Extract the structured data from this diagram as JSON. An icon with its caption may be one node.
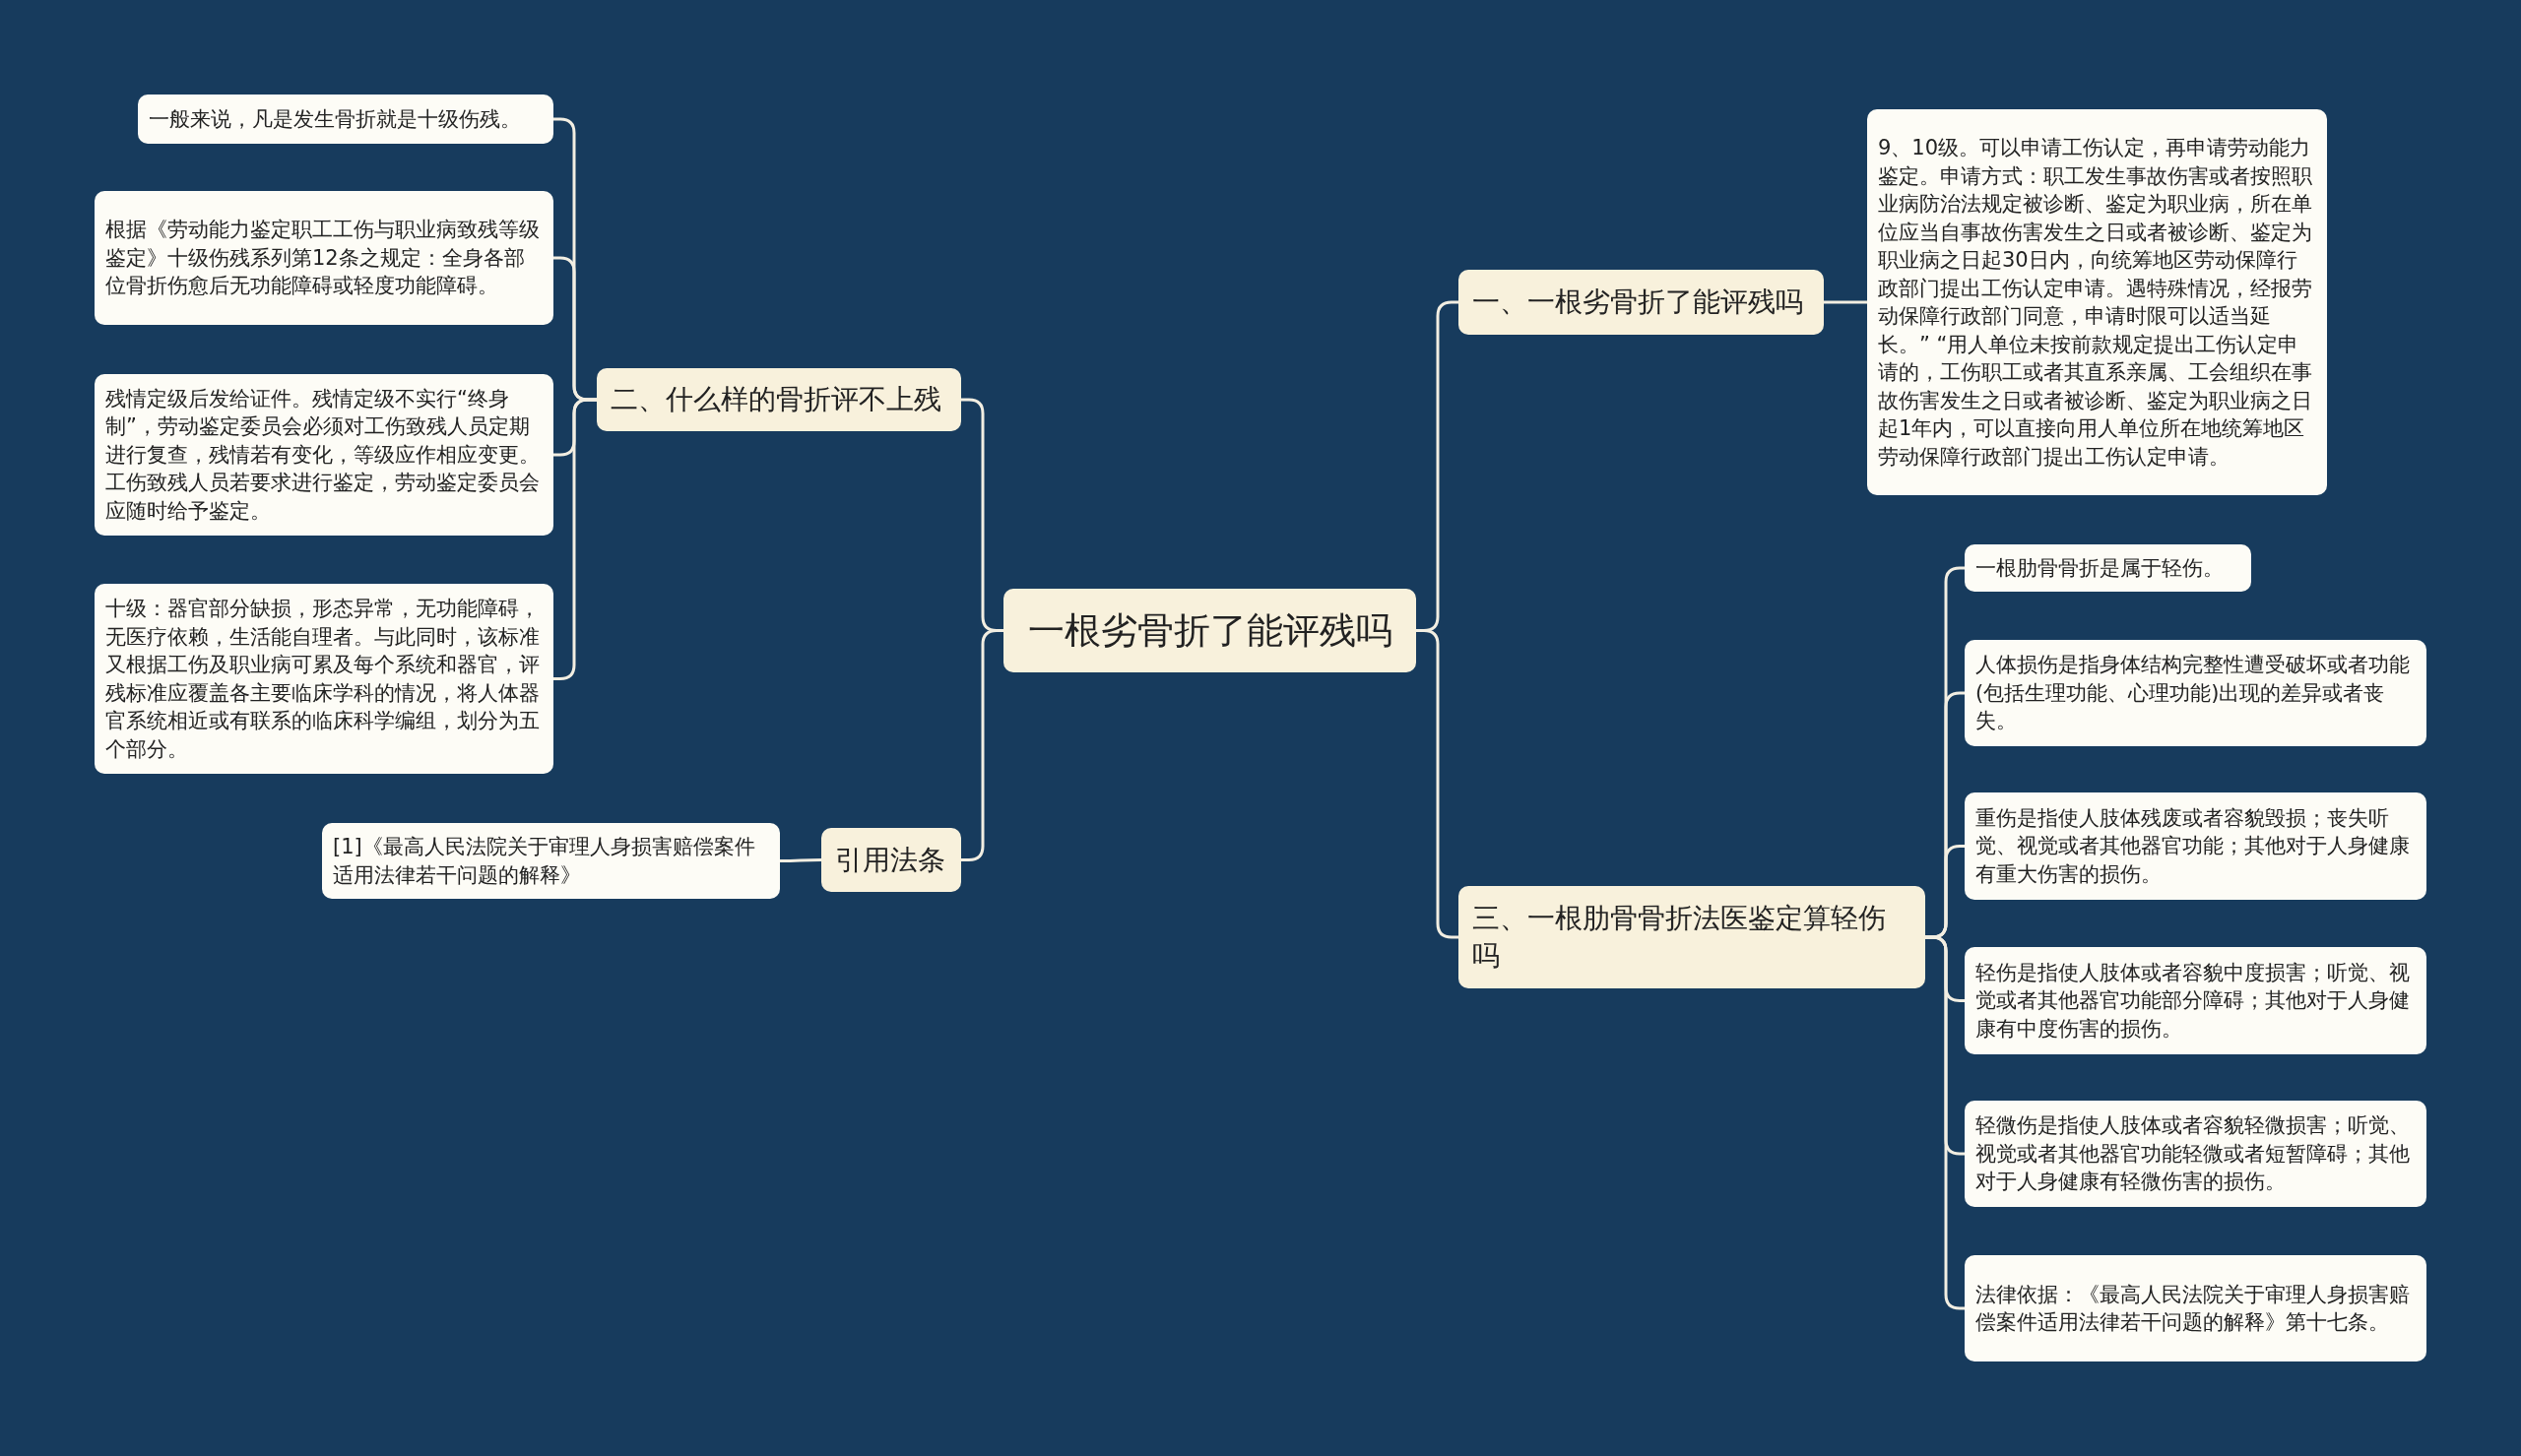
{
  "diagram": {
    "nodes": [
      {
        "text": [
          "一根劣骨折了能评残吗"
        ]
      },
      {
        "text": [
          "一、一根劣骨折了能评残吗"
        ]
      },
      {
        "text": [
          "9、10级。可以申请工伤认定，再申请劳动能力鉴定。申请方式：职工发生事故伤害或者按照职业病防治法规定被诊断、鉴定为职业病，所在单位应当自事故伤害发生之日或者被诊断、鉴定为职业病之日起30日内，向统筹地区劳动保障行政部门提出工伤认定申请。遇特殊情况，经报劳动保障行政部门同意，申请时限可以适当延长。” “用人单位未按前款规定提出工伤认定申请的，工伤职工或者其直系亲属、工会组织在事故伤害发生之日或者被诊断、鉴定为职业病之日起1年内，可以直接向用人单位所在地统筹地区劳动保障行政部门提出工伤认定申请。"
        ]
      },
      {
        "text": [
          "二、什么样的骨折评不上残"
        ]
      },
      {
        "text": [
          "一般来说，凡是发生骨折就是十级伤残。"
        ]
      },
      {
        "text": [
          "根据《劳动能力鉴定职工工伤与职业病致残等级鉴定》十级伤残系列第12条之规定：全身各部位骨折伤愈后无功能障碍或轻度功能障碍。"
        ]
      },
      {
        "text": [
          "残情定级后发给证件。残情定级不实行“终身制”，劳动鉴定委员会必须对工伤致残人员定期进行复查，残情若有变化，等级应作相应变更。工伤致残人员若要求进行鉴定，劳动鉴定委员会应随时给予鉴定。"
        ]
      },
      {
        "text": [
          "十级：器官部分缺损，形态异常，无功能障碍，无医疗依赖，生活能自理者。与此同时，该标准又根据工伤及职业病可累及每个系统和器官，评残标准应覆盖各主要临床学科的情况，将人体器官系统相近或有联系的临床科学编组，划分为五个部分。"
        ]
      },
      {
        "text": [
          "引用法条"
        ]
      },
      {
        "text": [
          "[1]《最高人民法院关于审理人身损害赔偿案件适用法律若干问题的解释》"
        ]
      },
      {
        "text": [
          "三、一根肋骨骨折法医鉴定算轻伤吗"
        ]
      },
      {
        "text": [
          "一根肋骨骨折是属于轻伤。"
        ]
      },
      {
        "text": [
          "人体损伤是指身体结构完整性遭受破坏或者功能(包括生理功能、心理功能)出现的差异或者丧失。"
        ]
      },
      {
        "text": [
          "重伤是指使人肢体残废或者容貌毁损；丧失听觉、视觉或者其他器官功能；其他对于人身健康有重大伤害的损伤。"
        ]
      },
      {
        "text": [
          "轻伤是指使人肢体或者容貌中度损害；听觉、视觉或者其他器官功能部分障碍；其他对于人身健康有中度伤害的损伤。"
        ]
      },
      {
        "text": [
          "轻微伤是指使人肢体或者容貌轻微损害；听觉、视觉或者其他器官功能轻微或者短暂障碍；其他对于人身健康有轻微伤害的损伤。"
        ]
      },
      {
        "text": [
          "法律依据：《最高人民法院关于审理人身损害赔偿案件适用法律若干问题的解释》第十七条。"
        ]
      }
    ],
    "edges": [
      {
        "from": 0,
        "to": 1,
        "arrow": "none"
      },
      {
        "from": 1,
        "to": 2,
        "arrow": "none"
      },
      {
        "from": 0,
        "to": 3,
        "arrow": "none"
      },
      {
        "from": 3,
        "to": 4,
        "arrow": "none"
      },
      {
        "from": 3,
        "to": 5,
        "arrow": "none"
      },
      {
        "from": 3,
        "to": 6,
        "arrow": "none"
      },
      {
        "from": 3,
        "to": 7,
        "arrow": "none"
      },
      {
        "from": 0,
        "to": 8,
        "arrow": "none"
      },
      {
        "from": 8,
        "to": 9,
        "arrow": "none"
      },
      {
        "from": 0,
        "to": 10,
        "arrow": "none"
      },
      {
        "from": 10,
        "to": 11,
        "arrow": "none"
      },
      {
        "from": 10,
        "to": 12,
        "arrow": "none"
      },
      {
        "from": 10,
        "to": 13,
        "arrow": "none"
      },
      {
        "from": 10,
        "to": 14,
        "arrow": "none"
      },
      {
        "from": 10,
        "to": 15,
        "arrow": "none"
      },
      {
        "from": 10,
        "to": 16,
        "arrow": "none"
      }
    ]
  }
}
